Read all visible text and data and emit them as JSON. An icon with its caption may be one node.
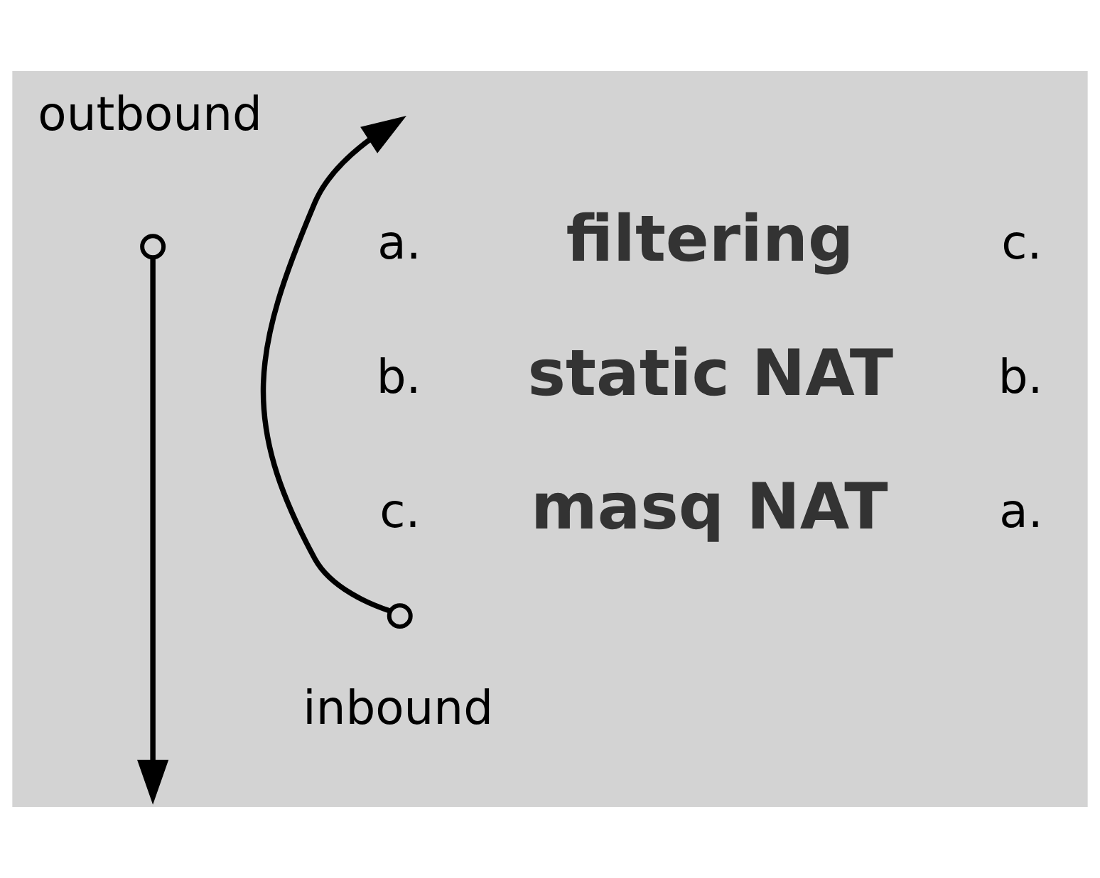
{
  "diagram": {
    "nodes": [
      {
        "text": [],
        "shape": "circle",
        "beside": [
          "outbound"
        ]
      },
      {
        "text": [],
        "shape": "circle",
        "beside": [
          "inbound"
        ]
      }
    ],
    "edges": [
      {
        "from": 0,
        "to": null,
        "arrow": "to"
      },
      {
        "from": 1,
        "to": null,
        "arrow": "to"
      }
    ],
    "labels": [
      "a.",
      "b.",
      "c.",
      "filtering",
      "static NAT",
      "masq NAT",
      "c.",
      "b.",
      "a."
    ]
  }
}
